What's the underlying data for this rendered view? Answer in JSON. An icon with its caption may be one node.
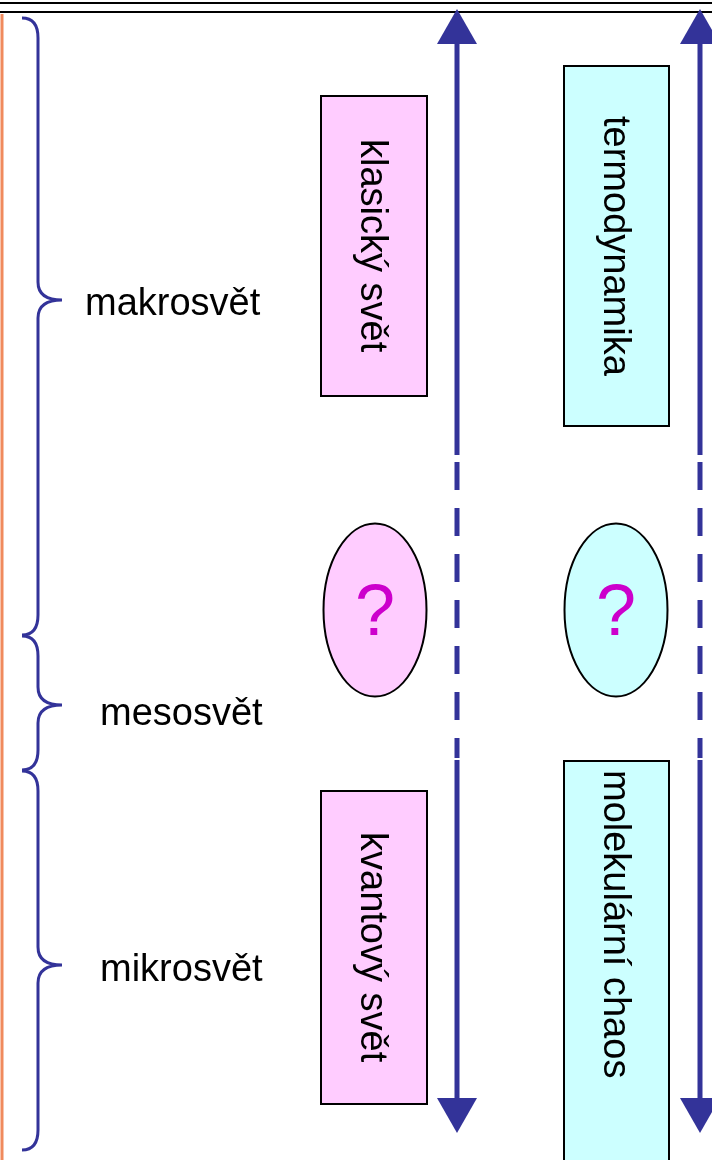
{
  "diagram": {
    "nodes": [
      {
        "text": [
          "klasický svět"
        ]
      },
      {
        "text": [
          "termodynamika"
        ]
      },
      {
        "text": [
          "?"
        ]
      },
      {
        "text": [
          "?"
        ]
      },
      {
        "text": [
          "kvantový svět"
        ]
      },
      {
        "text": [
          "molekulární chaos"
        ]
      }
    ],
    "labels": [
      "makrosvět",
      "mesosvět",
      "mikrosvět"
    ]
  }
}
